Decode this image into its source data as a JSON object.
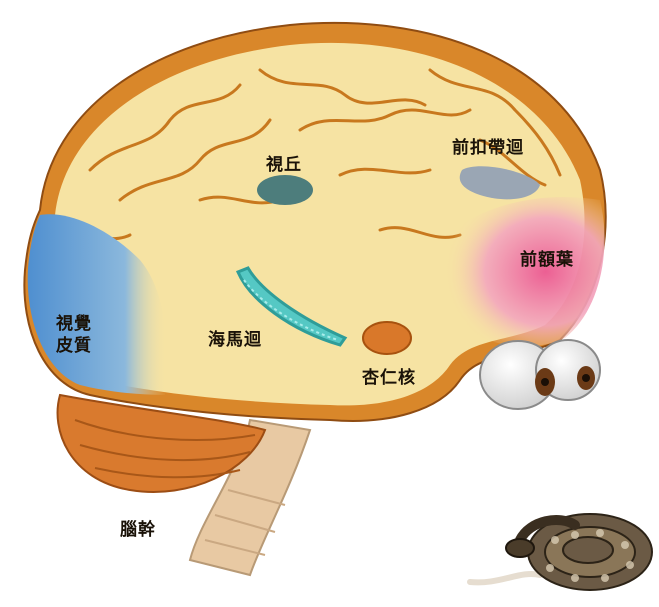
{
  "labels": {
    "thalamus": "視丘",
    "anterior_cingulate": "前扣帶迴",
    "prefrontal": "前額葉",
    "visual_cortex_line1": "視覺",
    "visual_cortex_line2": "皮質",
    "hippocampus": "海馬迴",
    "amygdala": "杏仁核",
    "brainstem": "腦幹"
  },
  "colors": {
    "cortex": "#f6e3a3",
    "gyri_lines": "#c8781e",
    "outer_rim": "#d9872a",
    "visual_cortex": "#6fa6d8",
    "prefrontal": "#f09ab4",
    "thalamus": "#4d7d7c",
    "cingulate": "#9aa6b4",
    "hippocampus": "#55c8c4",
    "amygdala": "#d9782a",
    "cerebellum": "#d97a2e",
    "brainstem": "#e8c9a3",
    "eyes": "#f2f2f2",
    "snake": "#6b5a45"
  }
}
